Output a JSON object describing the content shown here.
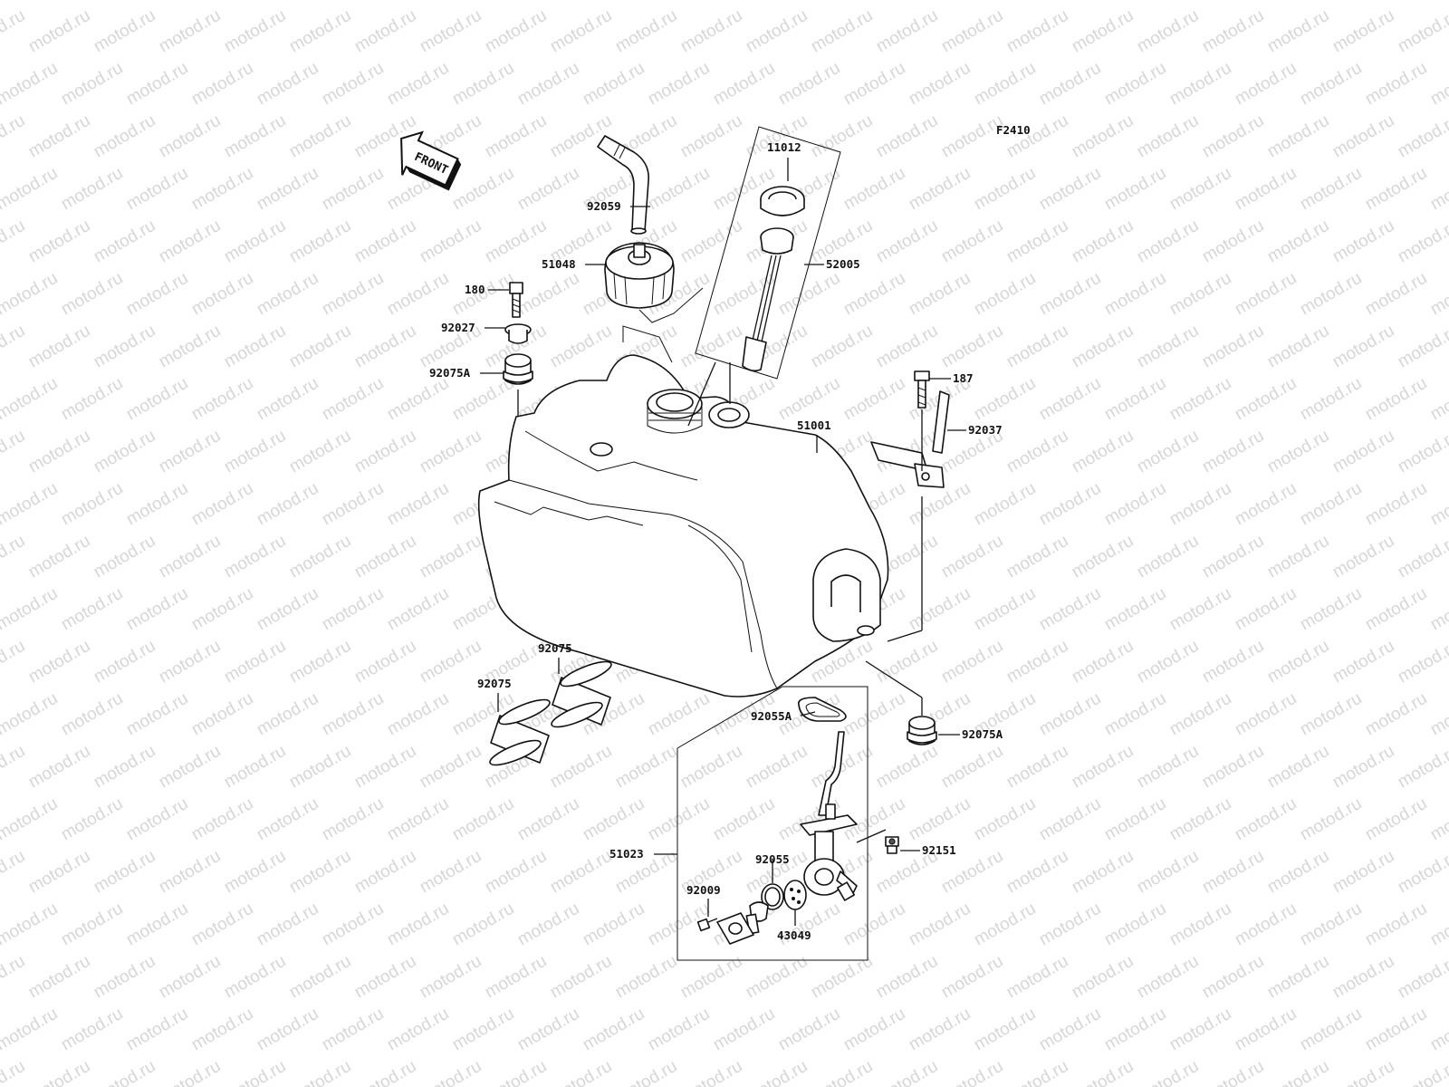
{
  "diagram": {
    "figure_code": "F2410",
    "watermark_text": "motod.ru",
    "front_label": "FRONT",
    "parts": [
      {
        "id": "11012",
        "label": "11012"
      },
      {
        "id": "92059",
        "label": "92059"
      },
      {
        "id": "52005",
        "label": "52005"
      },
      {
        "id": "51048",
        "label": "51048"
      },
      {
        "id": "180",
        "label": "180"
      },
      {
        "id": "92027",
        "label": "92027"
      },
      {
        "id": "92075A-top",
        "label": "92075A"
      },
      {
        "id": "187",
        "label": "187"
      },
      {
        "id": "92037",
        "label": "92037"
      },
      {
        "id": "51001",
        "label": "51001"
      },
      {
        "id": "92075-right",
        "label": "92075"
      },
      {
        "id": "92075-left",
        "label": "92075"
      },
      {
        "id": "92055A",
        "label": "92055A"
      },
      {
        "id": "92075A-bottom",
        "label": "92075A"
      },
      {
        "id": "51023",
        "label": "51023"
      },
      {
        "id": "92151",
        "label": "92151"
      },
      {
        "id": "92055",
        "label": "92055"
      },
      {
        "id": "92009",
        "label": "92009"
      },
      {
        "id": "43049",
        "label": "43049"
      }
    ]
  }
}
